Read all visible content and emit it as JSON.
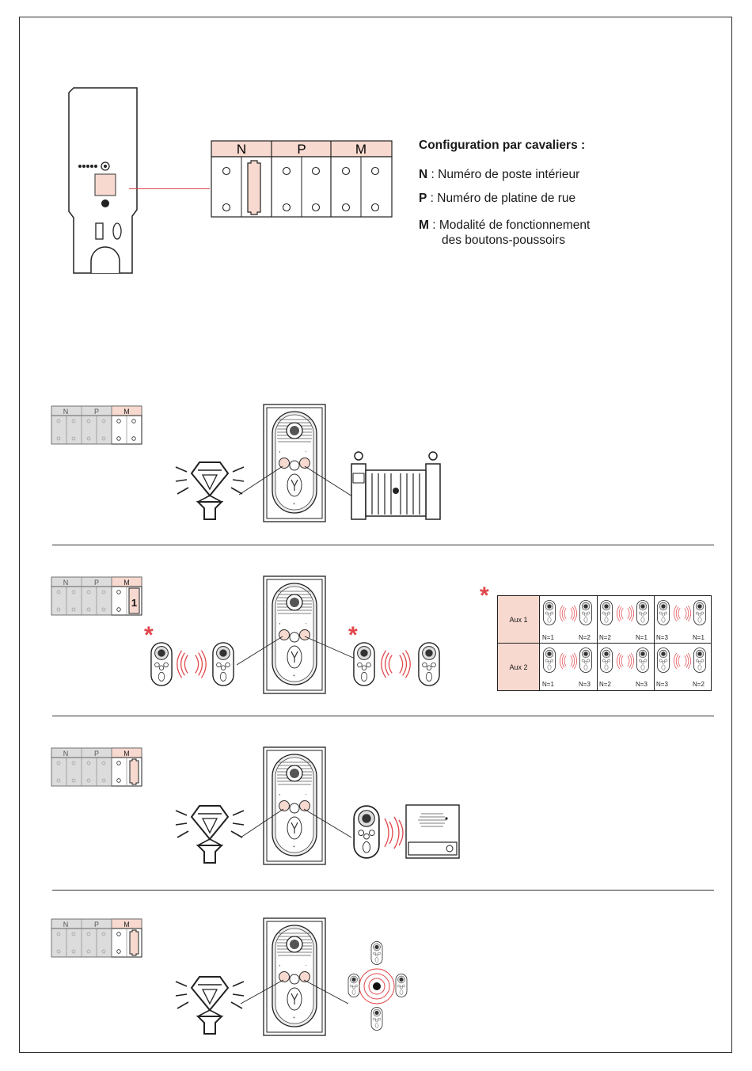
{
  "config": {
    "title": "Configuration par cavaliers :",
    "lines": [
      {
        "key": "N",
        "sep": " : ",
        "text": "Numéro de poste intérieur"
      },
      {
        "key": "P",
        "sep": " : ",
        "text": "Numéro de platine de rue"
      },
      {
        "key": "M",
        "sep": " : ",
        "text": "Modalité de fonctionnement"
      }
    ],
    "line3_cont": "des boutons-poussoirs"
  },
  "jumper": {
    "n": "N",
    "p": "P",
    "m": "M",
    "pos": "1"
  },
  "section2": {
    "star": "*",
    "table": {
      "aux1": "Aux 1",
      "aux2": "Aux 2",
      "row1": [
        [
          "N=1",
          "N=2"
        ],
        [
          "N=2",
          "N=1"
        ],
        [
          "N=3",
          "N=1"
        ]
      ],
      "row2": [
        [
          "N=1",
          "N=3"
        ],
        [
          "N=2",
          "N=3"
        ],
        [
          "N=3",
          "N=2"
        ]
      ]
    }
  },
  "colors": {
    "accent_fill": "#f7d9cf",
    "accent_red": "#e0454a",
    "grey_fill": "#dcdcdc",
    "line": "#222222"
  }
}
